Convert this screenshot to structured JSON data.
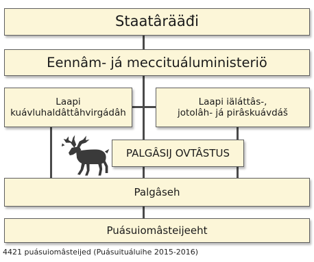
{
  "diagram": {
    "boxes": {
      "state": "Staatârääđi",
      "ministry": "Eennâm- já meccituáluministeriö",
      "law_left_line1": "Laapi",
      "law_left_line2": "kuávluhaldâttâhvirgádâh",
      "law_right_line1": "Laapi iäláttâs-,",
      "law_right_line2": "jotolâh- já pirâskuávdáš",
      "association": "PALGÂSIJ OVTÂSTUS",
      "palgaseh": "Palgâseh",
      "owners": "Puásuiomâsteijeeht"
    },
    "footnote": "4421 puásuiomâsteijed (Puásuituáluihe 2015-2016)",
    "icons": {
      "reindeer": "reindeer-icon"
    },
    "colors": {
      "box_fill": "#fcf6d8",
      "box_border": "#5e5e5e",
      "line": "#4a4a4a",
      "reindeer": "#3a3a3a"
    }
  }
}
